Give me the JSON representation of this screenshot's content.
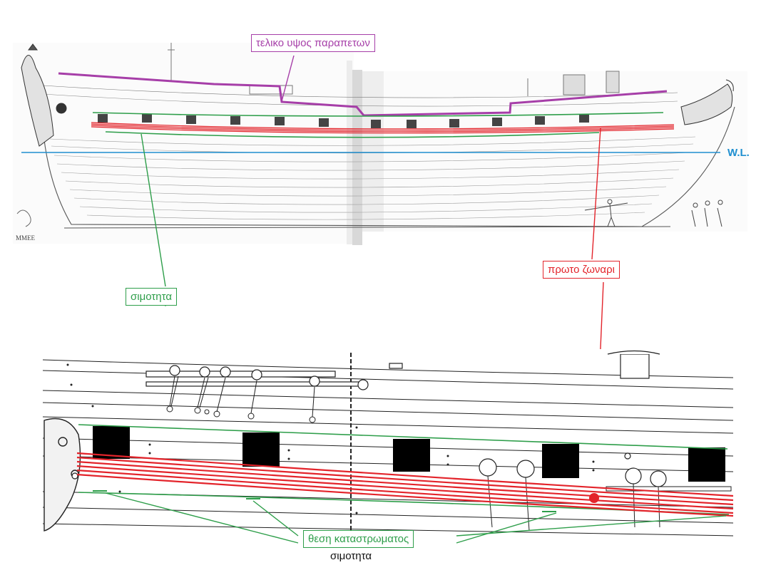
{
  "labels": {
    "parapet_height": "τελικο υψος παραπετων",
    "waterline": "W.L.",
    "first_wale": "πρωτο ζωναρι",
    "sheer_top": "σιμοτητα",
    "deck_position": "θεση  καταστρωματος",
    "sheer_bottom": "σιμοτητα",
    "plate_caption": "MMEE"
  },
  "colors": {
    "parapet": "#a63ea8",
    "waterline": "#1f8fd0",
    "wale": "#e3242b",
    "sheer": "#2e9e4a",
    "ink": "#222222",
    "paper": "#ffffff"
  }
}
